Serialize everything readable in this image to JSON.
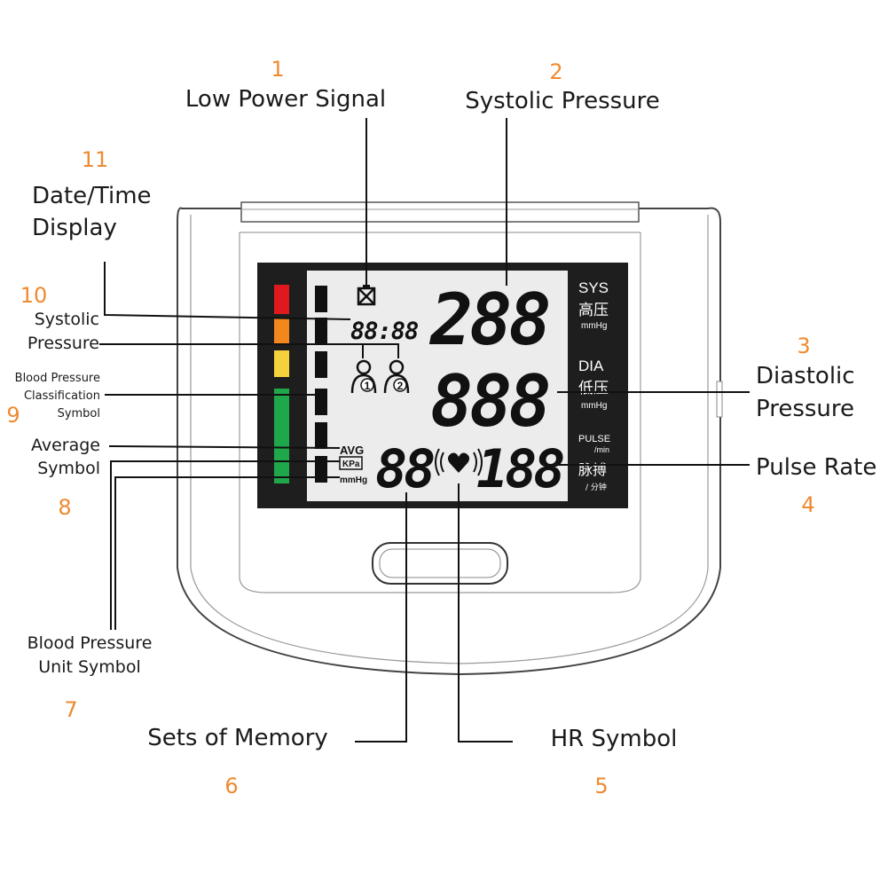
{
  "colors": {
    "callout_number": "#ee8a2f",
    "lcd_frame": "#1e1e1e",
    "lcd_screen": "#ececec",
    "bar_red": "#e0191e",
    "bar_orange": "#f2871d",
    "bar_yellow": "#f5d23c",
    "bar_green": "#1ea84a"
  },
  "callouts": {
    "c1": {
      "number": "1",
      "label": "Low Power Signal"
    },
    "c2": {
      "number": "2",
      "label": "Systolic Pressure"
    },
    "c3": {
      "number": "3",
      "label_line1": "Diastolic",
      "label_line2": "Pressure"
    },
    "c4": {
      "number": "4",
      "label": "Pulse Rate"
    },
    "c5": {
      "number": "5",
      "label": "HR Symbol"
    },
    "c6": {
      "number": "6",
      "label": "Sets of Memory"
    },
    "c7": {
      "number": "7",
      "label_line1": "Blood Pressure",
      "label_line2": "Unit Symbol"
    },
    "c8": {
      "number": "8",
      "label_line1": "Average",
      "label_line2": "Symbol"
    },
    "c9": {
      "number": "9",
      "label_line1": "Blood Pressure",
      "label_line2": "Classification",
      "label_line3": "Symbol"
    },
    "c10": {
      "number": "10",
      "label_line1": "Systolic",
      "label_line2": "Pressure"
    },
    "c11": {
      "number": "11",
      "label_line1": "Date/Time",
      "label_line2": "Display"
    }
  },
  "lcd": {
    "sys_label": "SYS",
    "sys_cn": "高压",
    "sys_unit": "mmHg",
    "dia_label": "DIA",
    "dia_cn": "低压",
    "dia_unit": "mmHg",
    "pulse_label": "PULSE",
    "pulse_unit": "/min",
    "pulse_cn": "脉搏",
    "pulse_cn_unit": "/ 分钟",
    "sys_digits": "288",
    "dia_digits": "888",
    "pulse_digits": "188",
    "memory_digits": "88",
    "time_digits": "88:88",
    "avg": "AVG",
    "kpa": "KPa",
    "mmhg": "mmHg",
    "user1": "1",
    "user2": "2"
  }
}
